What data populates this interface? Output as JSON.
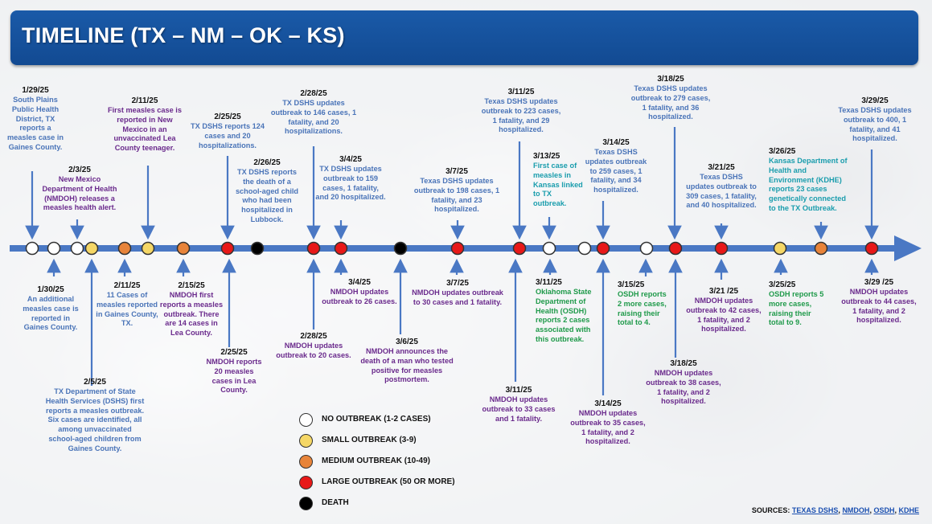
{
  "title": "TIMELINE (TX – NM – OK – KS)",
  "colors": {
    "accent_blue": "#1a5aa8",
    "timeline": "#4a78c4",
    "tx": "#4a74b8",
    "nm": "#6a2a8c",
    "ok": "#1f9a4a",
    "ks": "#1a9dad",
    "no_outbreak": "#ffffff",
    "small": "#f5d766",
    "medium": "#e8843a",
    "large": "#e81818",
    "death": "#000000"
  },
  "events": {
    "e0129": {
      "date": "1/29/25",
      "text": "South Plains Public Health District, TX reports a measles case in Gaines County."
    },
    "e0130": {
      "date": "1/30/25",
      "text": "An additional measles case is reported in Gaines County."
    },
    "e0203": {
      "date": "2/3/25",
      "text": "New Mexico Department of Health (NMDOH) releases a measles health alert."
    },
    "e0205": {
      "date": "2/5/25",
      "text": "TX Department of State Health Services (DSHS) first reports a measles outbreak. Six cases are identified, all among unvaccinated school-aged children from Gaines County."
    },
    "e0211a": {
      "date": "2/11/25",
      "text": "First measles case is reported in New Mexico in an unvaccinated Lea County teenager."
    },
    "e0211b": {
      "date": "2/11/25",
      "text": "11 Cases of measles reported in Gaines County, TX."
    },
    "e0215": {
      "date": "2/15/25",
      "text": "NMDOH first reports a measles outbreak. There are 14 cases in Lea County."
    },
    "e0225a": {
      "date": "2/25/25",
      "text": "TX DSHS reports 124 cases and 20 hospitalizations."
    },
    "e0225b": {
      "date": "2/25/25",
      "text": "NMDOH reports 20 measles cases in Lea County."
    },
    "e0226": {
      "date": "2/26/25",
      "text": "TX DSHS reports the death of a school-aged child who had been hospitalized in Lubbock."
    },
    "e0228a": {
      "date": "2/28/25",
      "text": "TX DSHS updates outbreak to 146 cases, 1 fatality, and 20 hospitalizations."
    },
    "e0228b": {
      "date": "2/28/25",
      "text": "NMDOH updates outbreak to 20 cases."
    },
    "e0304a": {
      "date": "3/4/25",
      "text": "TX DSHS updates outbreak to 159 cases, 1 fatality, and 20 hospitalized."
    },
    "e0304b": {
      "date": "3/4/25",
      "text": "NMDOH updates outbreak to 26 cases."
    },
    "e0306": {
      "date": "3/6/25",
      "text": "NMDOH announces the death of a man who tested positive for measles postmortem."
    },
    "e0307a": {
      "date": "3/7/25",
      "text": "Texas DSHS updates outbreak to 198 cases, 1 fatality, and 23 hospitalized."
    },
    "e0307b": {
      "date": "3/7/25",
      "text": "NMDOH updates outbreak to 30 cases and 1 fatality."
    },
    "e0311a": {
      "date": "3/11/25",
      "text": "Texas DSHS updates outbreak to 223 cases, 1 fatality, and 29 hospitalized."
    },
    "e0311b": {
      "date": "3/11/25",
      "text": "Oklahoma State Department of Health (OSDH) reports 2 cases associated with this outbreak."
    },
    "e0311c": {
      "date": "3/11/25",
      "text": "NMDOH updates outbreak to 33 cases and 1 fatality."
    },
    "e0313": {
      "date": "3/13/25",
      "text": "First case of measles in Kansas linked to TX outbreak."
    },
    "e0314a": {
      "date": "3/14/25",
      "text": "Texas DSHS updates outbreak to 259 cases, 1 fatality, and 34 hospitalized."
    },
    "e0314b": {
      "date": "3/14/25",
      "text": "NMDOH updates outbreak to 35 cases, 1 fatality, and 2 hospitalized."
    },
    "e0315": {
      "date": "3/15/25",
      "text": "OSDH reports 2 more cases, raising their total to 4."
    },
    "e0318a": {
      "date": "3/18/25",
      "text": "Texas DSHS updates outbreak to 279 cases, 1 fatality, and 36 hospitalized."
    },
    "e0318b": {
      "date": "3/18/25",
      "text": "NMDOH updates outbreak to 38 cases, 1 fatality, and 2 hospitalized."
    },
    "e0321a": {
      "date": "3/21/25",
      "text": "Texas DSHS updates outbreak to 309 cases, 1 fatality, and 40 hospitalized."
    },
    "e0321b": {
      "date": "3/21 /25",
      "text": "NMDOH updates outbreak to 42 cases, 1 fatality, and 2 hospitalized."
    },
    "e0325": {
      "date": "3/25/25",
      "text": "OSDH reports 5 more cases, raising their total to 9."
    },
    "e0326": {
      "date": "3/26/25",
      "text": "Kansas Department of Health and Environment (KDHE) reports 23 cases genetically connected to the TX Outbreak."
    },
    "e0329a": {
      "date": "3/29/25",
      "text": "Texas DSHS updates outbreak to 400, 1 fatality, and 41 hospitalized."
    },
    "e0329b": {
      "date": "3/29 /25",
      "text": "NMDOH updates outbreak to 44 cases, 1 fatality, and 2 hospitalized."
    }
  },
  "markers": [
    {
      "level": "none"
    },
    {
      "level": "none"
    },
    {
      "level": "none"
    },
    {
      "level": "small"
    },
    {
      "level": "medium"
    },
    {
      "level": "small"
    },
    {
      "level": "medium"
    },
    {
      "level": "large"
    },
    {
      "level": "death"
    },
    {
      "level": "large"
    },
    {
      "level": "large"
    },
    {
      "level": "death"
    },
    {
      "level": "large"
    },
    {
      "level": "large"
    },
    {
      "level": "none"
    },
    {
      "level": "none"
    },
    {
      "level": "large"
    },
    {
      "level": "none"
    },
    {
      "level": "large"
    },
    {
      "level": "large"
    },
    {
      "level": "small"
    },
    {
      "level": "medium"
    },
    {
      "level": "large"
    }
  ],
  "legend": [
    {
      "label": "NO OUTBREAK (1-2 CASES)",
      "color": "#ffffff"
    },
    {
      "label": "SMALL OUTBREAK (3-9)",
      "color": "#f5d766"
    },
    {
      "label": "MEDIUM OUTBREAK (10-49)",
      "color": "#e8843a"
    },
    {
      "label": "LARGE OUTBREAK (50 OR MORE)",
      "color": "#e81818"
    },
    {
      "label": "DEATH",
      "color": "#000000"
    }
  ],
  "sources": {
    "label": "SOURCES:",
    "links": [
      "TEXAS DSHS",
      "NMDOH",
      "OSDH",
      "KDHE"
    ]
  }
}
